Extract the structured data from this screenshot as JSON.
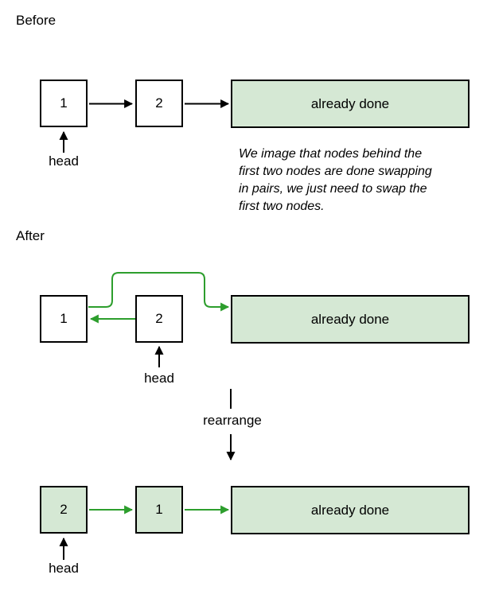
{
  "colors": {
    "done_fill": "#d5e8d4",
    "node_fill": "#ffffff",
    "green_arrow": "#2d9e2d",
    "black_arrow": "#000000"
  },
  "sections": {
    "before": {
      "label": "Before",
      "node1": "1",
      "node2": "2",
      "done_label": "already done",
      "head_label": "head",
      "note": "We image that nodes behind the\nfirst two nodes are done swapping\nin pairs, we just need to swap the\nfirst two nodes."
    },
    "after": {
      "label": "After",
      "node1": "1",
      "node2": "2",
      "done_label": "already done",
      "head_label": "head",
      "rearrange_label": "rearrange"
    },
    "result": {
      "node_first": "2",
      "node_second": "1",
      "done_label": "already done",
      "head_label": "head"
    }
  }
}
